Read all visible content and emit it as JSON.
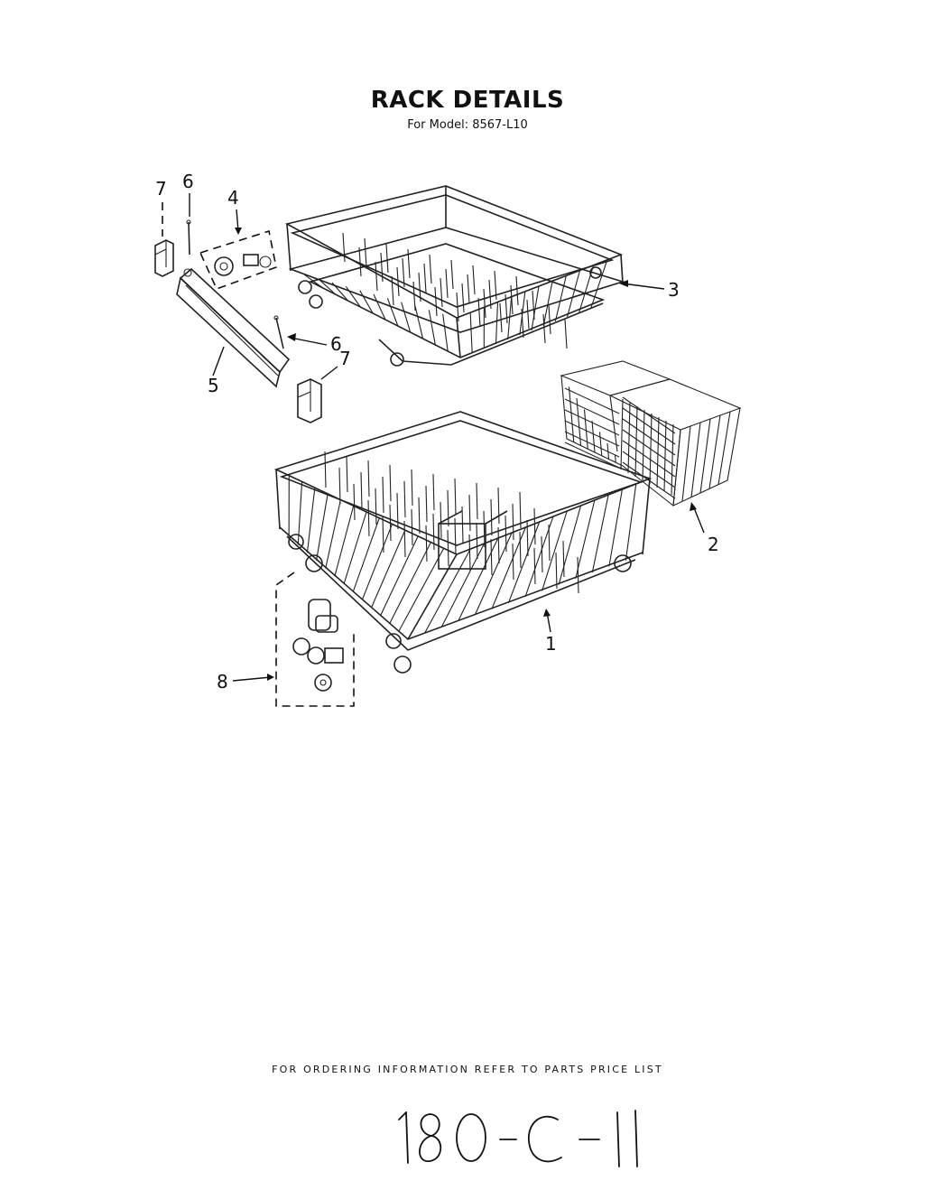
{
  "header": {
    "title": "RACK DETAILS",
    "subtitle": "For Model: 8567-L10"
  },
  "callouts": {
    "c7a": "7",
    "c6a": "6",
    "c4": "4",
    "c3": "3",
    "c6b": "6",
    "c7b": "7",
    "c5": "5",
    "c2": "2",
    "c1": "1",
    "c8": "8"
  },
  "footer": {
    "note": "FOR ORDERING INFORMATION REFER TO PARTS PRICE LIST"
  },
  "handwritten": {
    "code": "180-C-11"
  }
}
